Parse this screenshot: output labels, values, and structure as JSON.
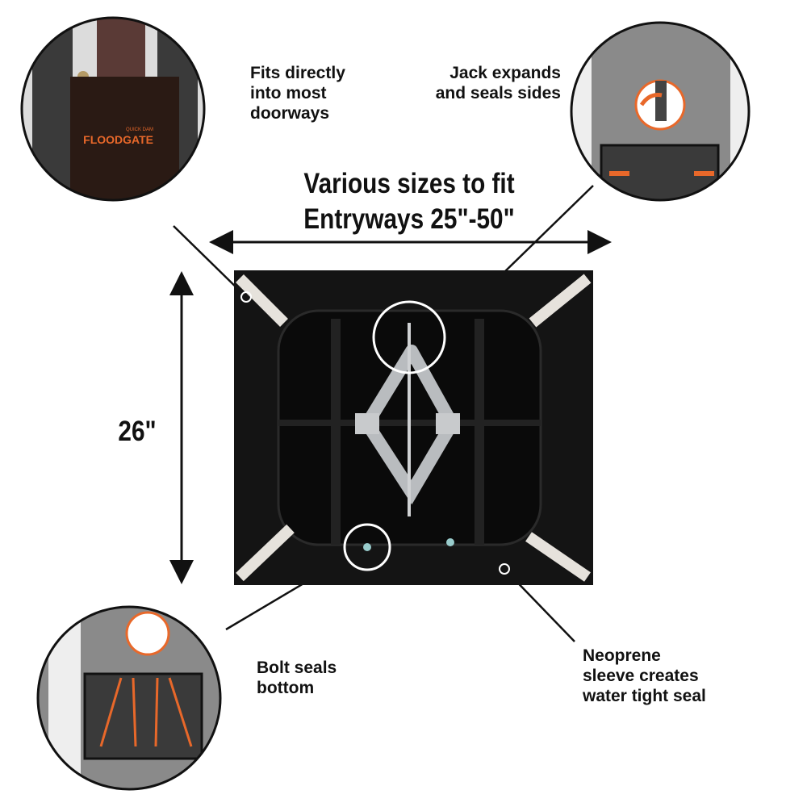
{
  "headline": {
    "line1": "Various sizes to fit",
    "line2": "Entryways 25\"-50\""
  },
  "height_label": "26\"",
  "callouts": {
    "doorway": "Fits directly\ninto most\ndoorways",
    "jack": "Jack expands\nand seals sides",
    "bolt": "Bolt seals\nbottom",
    "neoprene": "Neoprene\nsleeve creates\nwater tight seal"
  },
  "logo": {
    "brand": "QUICK DAM",
    "product": "FLOODGATE"
  },
  "colors": {
    "accent": "#e8682a",
    "product": "#141414",
    "strap": "#e6e2dc"
  }
}
